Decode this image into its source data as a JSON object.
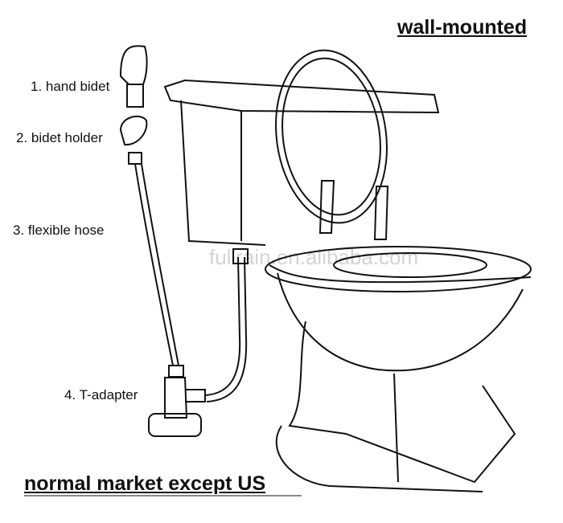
{
  "title_top": "wall-mounted",
  "title_bottom": "normal market except US",
  "parts": [
    {
      "label": "1. hand bidet"
    },
    {
      "label": "2. bidet holder"
    },
    {
      "label": "3. flexible hose"
    },
    {
      "label": "4. T-adapter"
    }
  ],
  "watermark": "fullrain.en.alibaba.com"
}
